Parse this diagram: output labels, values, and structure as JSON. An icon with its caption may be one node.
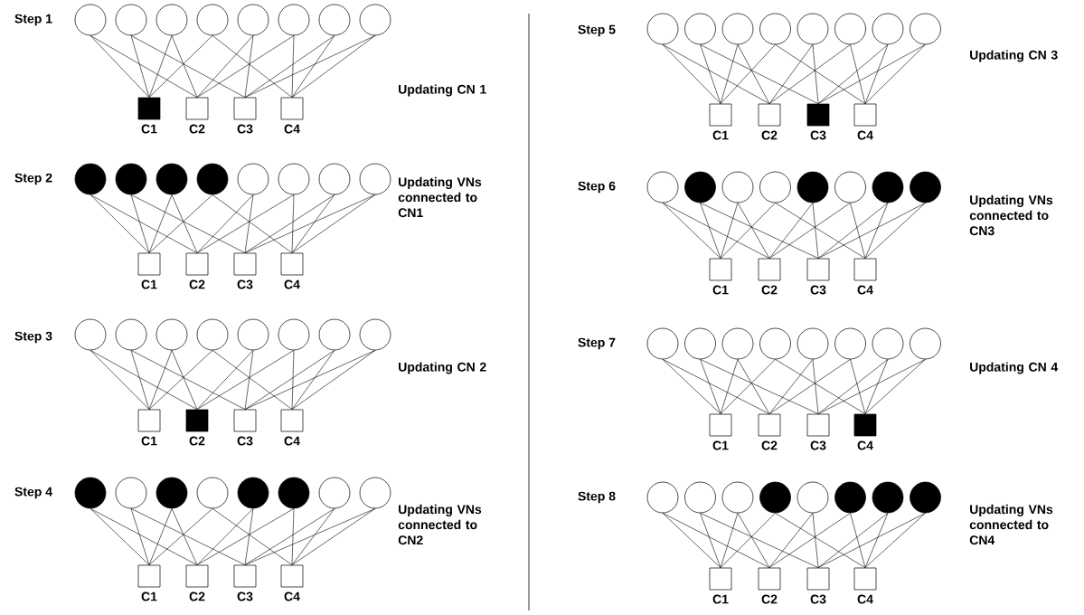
{
  "diagram": {
    "nodes": [
      {
        "text": [],
        "shape": "circle"
      },
      {
        "text": [],
        "shape": "circle"
      },
      {
        "text": [],
        "shape": "circle"
      },
      {
        "text": [],
        "shape": "circle"
      },
      {
        "text": [],
        "shape": "circle"
      },
      {
        "text": [],
        "shape": "circle"
      },
      {
        "text": [],
        "shape": "circle"
      },
      {
        "text": [],
        "shape": "circle"
      },
      {
        "text": [],
        "shape": "block",
        "beside": [
          "C1"
        ]
      },
      {
        "text": [],
        "shape": "box",
        "beside": [
          "C2"
        ]
      },
      {
        "text": [],
        "shape": "box",
        "beside": [
          "C3"
        ]
      },
      {
        "text": [],
        "shape": "box",
        "beside": [
          "C4"
        ]
      },
      {
        "text": [],
        "shape": "disc"
      },
      {
        "text": [],
        "shape": "disc"
      },
      {
        "text": [],
        "shape": "disc"
      },
      {
        "text": [],
        "shape": "disc"
      },
      {
        "text": [],
        "shape": "circle"
      },
      {
        "text": [],
        "shape": "circle"
      },
      {
        "text": [],
        "shape": "circle"
      },
      {
        "text": [],
        "shape": "circle"
      },
      {
        "text": [],
        "shape": "box",
        "beside": [
          "C1"
        ]
      },
      {
        "text": [],
        "shape": "box",
        "beside": [
          "C2"
        ]
      },
      {
        "text": [],
        "shape": "box",
        "beside": [
          "C3"
        ]
      },
      {
        "text": [],
        "shape": "box",
        "beside": [
          "C4"
        ]
      },
      {
        "text": [],
        "shape": "circle"
      },
      {
        "text": [],
        "shape": "circle"
      },
      {
        "text": [],
        "shape": "circle"
      },
      {
        "text": [],
        "shape": "circle"
      },
      {
        "text": [],
        "shape": "circle"
      },
      {
        "text": [],
        "shape": "circle"
      },
      {
        "text": [],
        "shape": "circle"
      },
      {
        "text": [],
        "shape": "circle"
      },
      {
        "text": [],
        "shape": "box",
        "beside": [
          "C1"
        ]
      },
      {
        "text": [],
        "shape": "block",
        "beside": [
          "C2"
        ]
      },
      {
        "text": [],
        "shape": "box",
        "beside": [
          "C3"
        ]
      },
      {
        "text": [],
        "shape": "box",
        "beside": [
          "C4"
        ]
      },
      {
        "text": [],
        "shape": "disc"
      },
      {
        "text": [],
        "shape": "circle"
      },
      {
        "text": [],
        "shape": "disc"
      },
      {
        "text": [],
        "shape": "circle"
      },
      {
        "text": [],
        "shape": "disc"
      },
      {
        "text": [],
        "shape": "disc"
      },
      {
        "text": [],
        "shape": "circle"
      },
      {
        "text": [],
        "shape": "circle"
      },
      {
        "text": [],
        "shape": "box",
        "beside": [
          "C1"
        ]
      },
      {
        "text": [],
        "shape": "box",
        "beside": [
          "C2"
        ]
      },
      {
        "text": [],
        "shape": "box",
        "beside": [
          "C3"
        ]
      },
      {
        "text": [],
        "shape": "box",
        "beside": [
          "C4"
        ]
      },
      {
        "text": [],
        "shape": "circle"
      },
      {
        "text": [],
        "shape": "circle"
      },
      {
        "text": [],
        "shape": "circle"
      },
      {
        "text": [],
        "shape": "circle"
      },
      {
        "text": [],
        "shape": "circle"
      },
      {
        "text": [],
        "shape": "circle"
      },
      {
        "text": [],
        "shape": "circle"
      },
      {
        "text": [],
        "shape": "circle"
      },
      {
        "text": [],
        "shape": "box",
        "beside": [
          "C1"
        ]
      },
      {
        "text": [],
        "shape": "box",
        "beside": [
          "C2"
        ]
      },
      {
        "text": [],
        "shape": "block",
        "beside": [
          "C3"
        ]
      },
      {
        "text": [],
        "shape": "box",
        "beside": [
          "C4"
        ]
      },
      {
        "text": [],
        "shape": "circle"
      },
      {
        "text": [],
        "shape": "disc"
      },
      {
        "text": [],
        "shape": "circle"
      },
      {
        "text": [],
        "shape": "circle"
      },
      {
        "text": [],
        "shape": "disc"
      },
      {
        "text": [],
        "shape": "circle"
      },
      {
        "text": [],
        "shape": "disc"
      },
      {
        "text": [],
        "shape": "disc"
      },
      {
        "text": [],
        "shape": "box",
        "beside": [
          "C1"
        ]
      },
      {
        "text": [],
        "shape": "box",
        "beside": [
          "C2"
        ]
      },
      {
        "text": [],
        "shape": "box",
        "beside": [
          "C3"
        ]
      },
      {
        "text": [],
        "shape": "box",
        "beside": [
          "C4"
        ]
      },
      {
        "text": [],
        "shape": "circle"
      },
      {
        "text": [],
        "shape": "circle"
      },
      {
        "text": [],
        "shape": "circle"
      },
      {
        "text": [],
        "shape": "circle"
      },
      {
        "text": [],
        "shape": "circle"
      },
      {
        "text": [],
        "shape": "circle"
      },
      {
        "text": [],
        "shape": "circle"
      },
      {
        "text": [],
        "shape": "circle"
      },
      {
        "text": [],
        "shape": "box",
        "beside": [
          "C1"
        ]
      },
      {
        "text": [],
        "shape": "box",
        "beside": [
          "C2"
        ]
      },
      {
        "text": [],
        "shape": "box",
        "beside": [
          "C3"
        ]
      },
      {
        "text": [],
        "shape": "block",
        "beside": [
          "C4"
        ]
      },
      {
        "text": [],
        "shape": "circle"
      },
      {
        "text": [],
        "shape": "circle"
      },
      {
        "text": [],
        "shape": "circle"
      },
      {
        "text": [],
        "shape": "disc"
      },
      {
        "text": [],
        "shape": "circle"
      },
      {
        "text": [],
        "shape": "disc"
      },
      {
        "text": [],
        "shape": "disc"
      },
      {
        "text": [],
        "shape": "disc"
      },
      {
        "text": [],
        "shape": "box",
        "beside": [
          "C1"
        ]
      },
      {
        "text": [],
        "shape": "box",
        "beside": [
          "C2"
        ]
      },
      {
        "text": [],
        "shape": "box",
        "beside": [
          "C3"
        ]
      },
      {
        "text": [],
        "shape": "box",
        "beside": [
          "C4"
        ]
      }
    ],
    "edges": [
      {
        "from": 0,
        "to": 8,
        "arrow": "none"
      },
      {
        "from": 0,
        "to": 9,
        "arrow": "none"
      },
      {
        "from": 1,
        "to": 8,
        "arrow": "none"
      },
      {
        "from": 1,
        "to": 10,
        "arrow": "none"
      },
      {
        "from": 2,
        "to": 8,
        "arrow": "none"
      },
      {
        "from": 2,
        "to": 9,
        "arrow": "none"
      },
      {
        "from": 3,
        "to": 8,
        "arrow": "none"
      },
      {
        "from": 3,
        "to": 11,
        "arrow": "none"
      },
      {
        "from": 4,
        "to": 9,
        "arrow": "none"
      },
      {
        "from": 4,
        "to": 10,
        "arrow": "none"
      },
      {
        "from": 5,
        "to": 9,
        "arrow": "none"
      },
      {
        "from": 5,
        "to": 11,
        "arrow": "none"
      },
      {
        "from": 6,
        "to": 10,
        "arrow": "none"
      },
      {
        "from": 6,
        "to": 11,
        "arrow": "none"
      },
      {
        "from": 7,
        "to": 10,
        "arrow": "none"
      },
      {
        "from": 7,
        "to": 11,
        "arrow": "none"
      },
      {
        "from": 12,
        "to": 20,
        "arrow": "none"
      },
      {
        "from": 12,
        "to": 21,
        "arrow": "none"
      },
      {
        "from": 13,
        "to": 20,
        "arrow": "none"
      },
      {
        "from": 13,
        "to": 22,
        "arrow": "none"
      },
      {
        "from": 14,
        "to": 20,
        "arrow": "none"
      },
      {
        "from": 14,
        "to": 21,
        "arrow": "none"
      },
      {
        "from": 15,
        "to": 20,
        "arrow": "none"
      },
      {
        "from": 15,
        "to": 23,
        "arrow": "none"
      },
      {
        "from": 16,
        "to": 21,
        "arrow": "none"
      },
      {
        "from": 16,
        "to": 22,
        "arrow": "none"
      },
      {
        "from": 17,
        "to": 21,
        "arrow": "none"
      },
      {
        "from": 17,
        "to": 23,
        "arrow": "none"
      },
      {
        "from": 18,
        "to": 22,
        "arrow": "none"
      },
      {
        "from": 18,
        "to": 23,
        "arrow": "none"
      },
      {
        "from": 19,
        "to": 22,
        "arrow": "none"
      },
      {
        "from": 19,
        "to": 23,
        "arrow": "none"
      },
      {
        "from": 24,
        "to": 32,
        "arrow": "none"
      },
      {
        "from": 24,
        "to": 33,
        "arrow": "none"
      },
      {
        "from": 25,
        "to": 32,
        "arrow": "none"
      },
      {
        "from": 25,
        "to": 34,
        "arrow": "none"
      },
      {
        "from": 26,
        "to": 32,
        "arrow": "none"
      },
      {
        "from": 26,
        "to": 33,
        "arrow": "none"
      },
      {
        "from": 27,
        "to": 32,
        "arrow": "none"
      },
      {
        "from": 27,
        "to": 35,
        "arrow": "none"
      },
      {
        "from": 28,
        "to": 33,
        "arrow": "none"
      },
      {
        "from": 28,
        "to": 34,
        "arrow": "none"
      },
      {
        "from": 29,
        "to": 33,
        "arrow": "none"
      },
      {
        "from": 29,
        "to": 35,
        "arrow": "none"
      },
      {
        "from": 30,
        "to": 34,
        "arrow": "none"
      },
      {
        "from": 30,
        "to": 35,
        "arrow": "none"
      },
      {
        "from": 31,
        "to": 34,
        "arrow": "none"
      },
      {
        "from": 31,
        "to": 35,
        "arrow": "none"
      },
      {
        "from": 36,
        "to": 44,
        "arrow": "none"
      },
      {
        "from": 36,
        "to": 45,
        "arrow": "none"
      },
      {
        "from": 37,
        "to": 44,
        "arrow": "none"
      },
      {
        "from": 37,
        "to": 46,
        "arrow": "none"
      },
      {
        "from": 38,
        "to": 44,
        "arrow": "none"
      },
      {
        "from": 38,
        "to": 45,
        "arrow": "none"
      },
      {
        "from": 39,
        "to": 44,
        "arrow": "none"
      },
      {
        "from": 39,
        "to": 47,
        "arrow": "none"
      },
      {
        "from": 40,
        "to": 45,
        "arrow": "none"
      },
      {
        "from": 40,
        "to": 46,
        "arrow": "none"
      },
      {
        "from": 41,
        "to": 45,
        "arrow": "none"
      },
      {
        "from": 41,
        "to": 47,
        "arrow": "none"
      },
      {
        "from": 42,
        "to": 46,
        "arrow": "none"
      },
      {
        "from": 42,
        "to": 47,
        "arrow": "none"
      },
      {
        "from": 43,
        "to": 46,
        "arrow": "none"
      },
      {
        "from": 43,
        "to": 47,
        "arrow": "none"
      },
      {
        "from": 48,
        "to": 56,
        "arrow": "none"
      },
      {
        "from": 48,
        "to": 57,
        "arrow": "none"
      },
      {
        "from": 49,
        "to": 56,
        "arrow": "none"
      },
      {
        "from": 49,
        "to": 58,
        "arrow": "none"
      },
      {
        "from": 50,
        "to": 56,
        "arrow": "none"
      },
      {
        "from": 50,
        "to": 57,
        "arrow": "none"
      },
      {
        "from": 51,
        "to": 56,
        "arrow": "none"
      },
      {
        "from": 51,
        "to": 59,
        "arrow": "none"
      },
      {
        "from": 52,
        "to": 57,
        "arrow": "none"
      },
      {
        "from": 52,
        "to": 58,
        "arrow": "none"
      },
      {
        "from": 53,
        "to": 57,
        "arrow": "none"
      },
      {
        "from": 53,
        "to": 59,
        "arrow": "none"
      },
      {
        "from": 54,
        "to": 58,
        "arrow": "none"
      },
      {
        "from": 54,
        "to": 59,
        "arrow": "none"
      },
      {
        "from": 55,
        "to": 58,
        "arrow": "none"
      },
      {
        "from": 55,
        "to": 59,
        "arrow": "none"
      },
      {
        "from": 60,
        "to": 68,
        "arrow": "none"
      },
      {
        "from": 60,
        "to": 69,
        "arrow": "none"
      },
      {
        "from": 61,
        "to": 68,
        "arrow": "none"
      },
      {
        "from": 61,
        "to": 70,
        "arrow": "none"
      },
      {
        "from": 62,
        "to": 68,
        "arrow": "none"
      },
      {
        "from": 62,
        "to": 69,
        "arrow": "none"
      },
      {
        "from": 63,
        "to": 68,
        "arrow": "none"
      },
      {
        "from": 63,
        "to": 71,
        "arrow": "none"
      },
      {
        "from": 64,
        "to": 69,
        "arrow": "none"
      },
      {
        "from": 64,
        "to": 70,
        "arrow": "none"
      },
      {
        "from": 65,
        "to": 69,
        "arrow": "none"
      },
      {
        "from": 65,
        "to": 71,
        "arrow": "none"
      },
      {
        "from": 66,
        "to": 70,
        "arrow": "none"
      },
      {
        "from": 66,
        "to": 71,
        "arrow": "none"
      },
      {
        "from": 67,
        "to": 70,
        "arrow": "none"
      },
      {
        "from": 67,
        "to": 71,
        "arrow": "none"
      },
      {
        "from": 72,
        "to": 80,
        "arrow": "none"
      },
      {
        "from": 72,
        "to": 81,
        "arrow": "none"
      },
      {
        "from": 73,
        "to": 80,
        "arrow": "none"
      },
      {
        "from": 73,
        "to": 82,
        "arrow": "none"
      },
      {
        "from": 74,
        "to": 80,
        "arrow": "none"
      },
      {
        "from": 74,
        "to": 81,
        "arrow": "none"
      },
      {
        "from": 75,
        "to": 80,
        "arrow": "none"
      },
      {
        "from": 75,
        "to": 83,
        "arrow": "none"
      },
      {
        "from": 76,
        "to": 81,
        "arrow": "none"
      },
      {
        "from": 76,
        "to": 82,
        "arrow": "none"
      },
      {
        "from": 77,
        "to": 81,
        "arrow": "none"
      },
      {
        "from": 77,
        "to": 83,
        "arrow": "none"
      },
      {
        "from": 78,
        "to": 82,
        "arrow": "none"
      },
      {
        "from": 78,
        "to": 83,
        "arrow": "none"
      },
      {
        "from": 79,
        "to": 82,
        "arrow": "none"
      },
      {
        "from": 79,
        "to": 83,
        "arrow": "none"
      },
      {
        "from": 84,
        "to": 92,
        "arrow": "none"
      },
      {
        "from": 84,
        "to": 93,
        "arrow": "none"
      },
      {
        "from": 85,
        "to": 92,
        "arrow": "none"
      },
      {
        "from": 85,
        "to": 94,
        "arrow": "none"
      },
      {
        "from": 86,
        "to": 92,
        "arrow": "none"
      },
      {
        "from": 86,
        "to": 93,
        "arrow": "none"
      },
      {
        "from": 87,
        "to": 92,
        "arrow": "none"
      },
      {
        "from": 87,
        "to": 95,
        "arrow": "none"
      },
      {
        "from": 88,
        "to": 93,
        "arrow": "none"
      },
      {
        "from": 88,
        "to": 94,
        "arrow": "none"
      },
      {
        "from": 89,
        "to": 93,
        "arrow": "none"
      },
      {
        "from": 89,
        "to": 95,
        "arrow": "none"
      },
      {
        "from": 90,
        "to": 94,
        "arrow": "none"
      },
      {
        "from": 90,
        "to": 95,
        "arrow": "none"
      },
      {
        "from": 91,
        "to": 94,
        "arrow": "none"
      },
      {
        "from": 91,
        "to": 95,
        "arrow": "none"
      }
    ],
    "labels": [
      "Step 1",
      "Updating CN 1",
      "Step 5",
      "Updating CN 3",
      "Step 2",
      "Updating VNs connected to CN1",
      "Step 6",
      "Updating VNs connected to CN3",
      "Step 3",
      "Updating CN 2",
      "Step 7",
      "Updating CN 4",
      "Step 4",
      "Updating VNs connected to CN2",
      "Step 8",
      "Updating VNs connected to CN4"
    ]
  }
}
